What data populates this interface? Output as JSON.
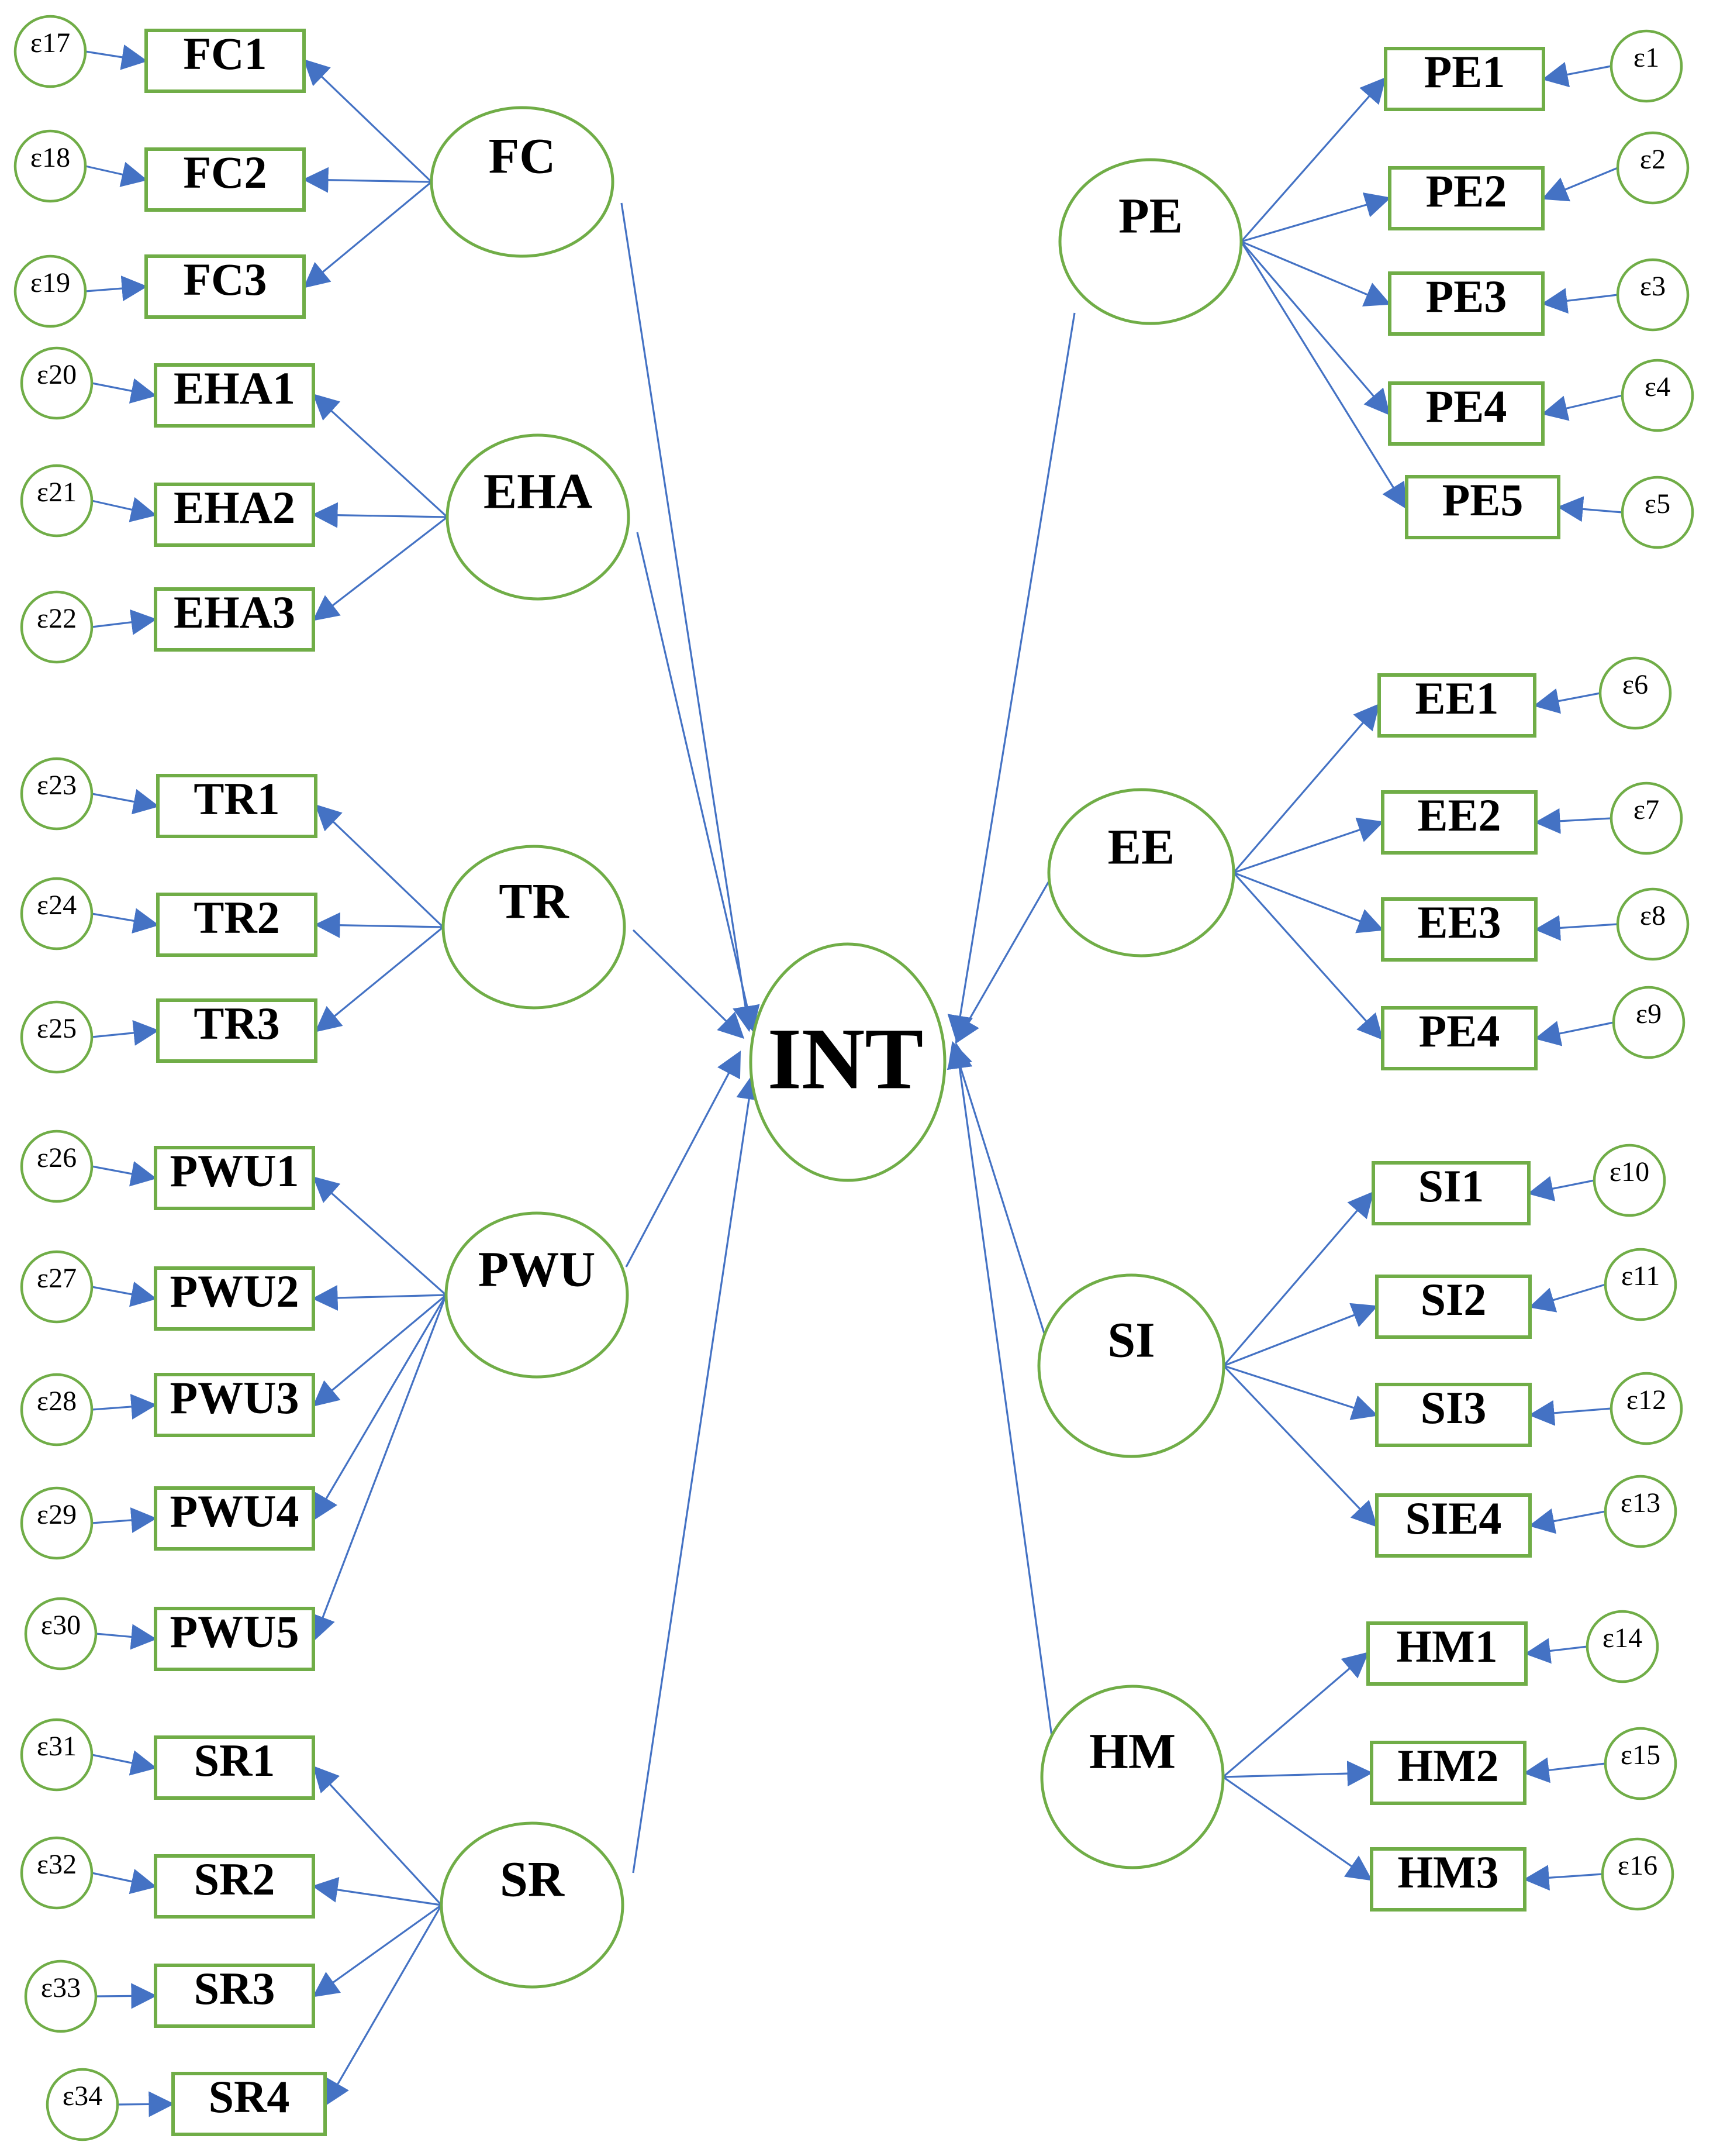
{
  "colors": {
    "box_stroke": "#70AD47",
    "arrow": "#4472C4",
    "text": "#000000"
  },
  "central": "INT",
  "latents": {
    "FC": "FC",
    "EHA": "EHA",
    "TR": "TR",
    "PWU": "PWU",
    "SR": "SR",
    "PE": "PE",
    "EE": "EE",
    "SI": "SI",
    "HM": "HM"
  },
  "indicators": {
    "FC1": "FC1",
    "FC2": "FC2",
    "FC3": "FC3",
    "EHA1": "EHA1",
    "EHA2": "EHA2",
    "EHA3": "EHA3",
    "TR1": "TR1",
    "TR2": "TR2",
    "TR3": "TR3",
    "PWU1": "PWU1",
    "PWU2": "PWU2",
    "PWU3": "PWU3",
    "PWU4": "PWU4",
    "PWU5": "PWU5",
    "SR1": "SR1",
    "SR2": "SR2",
    "SR3": "SR3",
    "SR4": "SR4",
    "PE1": "PE1",
    "PE2": "PE2",
    "PE3": "PE3",
    "PE4": "PE4",
    "PE5": "PE5",
    "EE1": "EE1",
    "EE2": "EE2",
    "EE3": "EE3",
    "EE4": "PE4",
    "SI1": "SI1",
    "SI2": "SI2",
    "SI3": "SI3",
    "SI4": "SIE4",
    "HM1": "HM1",
    "HM2": "HM2",
    "HM3": "HM3"
  },
  "errors": {
    "e1": "ε1",
    "e2": "ε2",
    "e3": "ε3",
    "e4": "ε4",
    "e5": "ε5",
    "e6": "ε6",
    "e7": "ε7",
    "e8": "ε8",
    "e9": "ε9",
    "e10": "ε10",
    "e11": "ε11",
    "e12": "ε12",
    "e13": "ε13",
    "e14": "ε14",
    "e15": "ε15",
    "e16": "ε16",
    "e17": "ε17",
    "e18": "ε18",
    "e19": "ε19",
    "e20": "ε20",
    "e21": "ε21",
    "e22": "ε22",
    "e23": "ε23",
    "e24": "ε24",
    "e25": "ε25",
    "e26": "ε26",
    "e27": "ε27",
    "e28": "ε28",
    "e29": "ε29",
    "e30": "ε30",
    "e31": "ε31",
    "e32": "ε32",
    "e33": "ε33",
    "e34": "ε34"
  }
}
